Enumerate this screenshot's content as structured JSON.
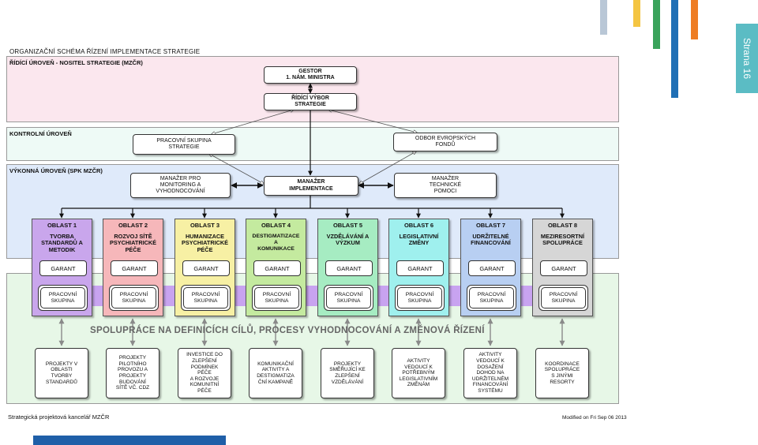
{
  "page_tab": {
    "label": "Strana 16"
  },
  "decor": {
    "bars": [
      {
        "color": "#b9c7d6"
      },
      {
        "color": "#f4c542"
      },
      {
        "color": "#3aa35b"
      },
      {
        "color": "#1f6fb5"
      },
      {
        "color": "#ee7d23"
      }
    ]
  },
  "diagram": {
    "title": "ORGANIZAČNÍ SCHÉMA ŘÍZENÍ IMPLEMENTACE STRATEGIE",
    "levels": {
      "ridici": "ŘÍDÍCÍ ÚROVEŇ - NOSITEL STRATEGIE (MZČR)",
      "kontrolni": "KONTROLNÍ ÚROVEŇ",
      "vykonna": "VÝKONNÁ ÚROVEŇ (SPK MZČR)"
    },
    "nodes": {
      "gestor": "GESTOR\n1. NÁM. MINISTRA",
      "ridici_vybor": "ŘÍDÍCÍ VÝBOR\nSTRATEGIE",
      "pracovni_skupina": "PRACOVNÍ SKUPINA\nSTRATEGIE",
      "odbor": "ODBOR EVROPSKÝCH\nFONDŮ",
      "manazer_monitoring": "MANAŽER PRO\nMONITORING A\nVYHODNOCOVÁNÍ",
      "manazer_implementace": "MANAŽER\nIMPLEMENTACE",
      "manazer_technicke": "MANAŽER\nTECHNICKÉ\nPOMOCI"
    },
    "areas": [
      {
        "head": "OBLAST 1",
        "name": "TVORBA\nSTANDARDŮ A\nMETODIK",
        "color": "#c9a6ec"
      },
      {
        "head": "OBLAST 2",
        "name": "ROZVOJ SÍTĚ\nPSYCHIATRICKÉ\nPÉČE",
        "color": "#f6b7ba"
      },
      {
        "head": "OBLAST 3",
        "name": "HUMANIZACE\nPSYCHIATRICKÉ\nPÉČE",
        "color": "#f7f0a4"
      },
      {
        "head": "OBLAST 4",
        "name": "DESTIGMATIZACE\nA\nKOMUNIKACE",
        "color": "#c4ea9f"
      },
      {
        "head": "OBLAST 5",
        "name": "VZDĚLÁVÁNÍ A\nVÝZKUM",
        "color": "#a6ecc2"
      },
      {
        "head": "OBLAST 6",
        "name": "LEGISLATIVNÍ\nZMĚNY",
        "color": "#9ff0ee"
      },
      {
        "head": "OBLAST 7",
        "name": "UDRŽITELNÉ\nFINANCOVÁNÍ",
        "color": "#b8cff2"
      },
      {
        "head": "OBLAST 8",
        "name": "MEZIRESORTNÍ\nSPOLUPRÁCE",
        "color": "#d6d6d6"
      }
    ],
    "garant_label": "GARANT",
    "skupina_label": "PRACOVNÍ\nSKUPINA",
    "spoluprace": "SPOLUPRÁCE NA DEFINICÍCH CÍLŮ, PROCESY VYHODNOCOVÁNÍ A ZMĚNOVÁ ŘÍZENÍ",
    "projects": [
      "PROJEKTY V\nOBLASTI\nTVORBY\nSTANDARDŮ",
      "PROJEKTY\nPILOTNÍHO\nPROVOZU A\nPROJEKTY\nBUDOVÁNÍ\nSÍTĚ VČ. CDZ",
      "INVESTICE DO\nZLEPŠENÍ\nPODMÍNEK\nPÉČE\nA ROZVOJE\nKOMUNITNÍ\nPÉČE",
      "KOMUNIKAČNÍ\nAKTIVITY A\nDESTIGMATIZA\nČNÍ KAMPANĚ",
      "PROJEKTY\nSMĚŘUJÍCÍ KE\nZLEPŠENÍ\nVZDĚLÁVÁNÍ",
      "AKTIVITY\nVEDOUCÍ K\nPOTŘEBNÝM\nLEGISLATIVNÍM\nZMĚNÁM",
      "AKTIVITY\nVEDOUCÍ K\nDOSAŽENÍ\nDOHOD NA\nUDRŽITELNÉM\nFINANCOVÁNÍ\nSYSTÉMU",
      "KOORDINACE\nSPOLUPRÁCE\nS JINÝMI\nRESORTY"
    ],
    "footer_left": "Strategická projektová kancelář MZČR",
    "footer_right": "Modified on Fri Sep 06 2013"
  }
}
